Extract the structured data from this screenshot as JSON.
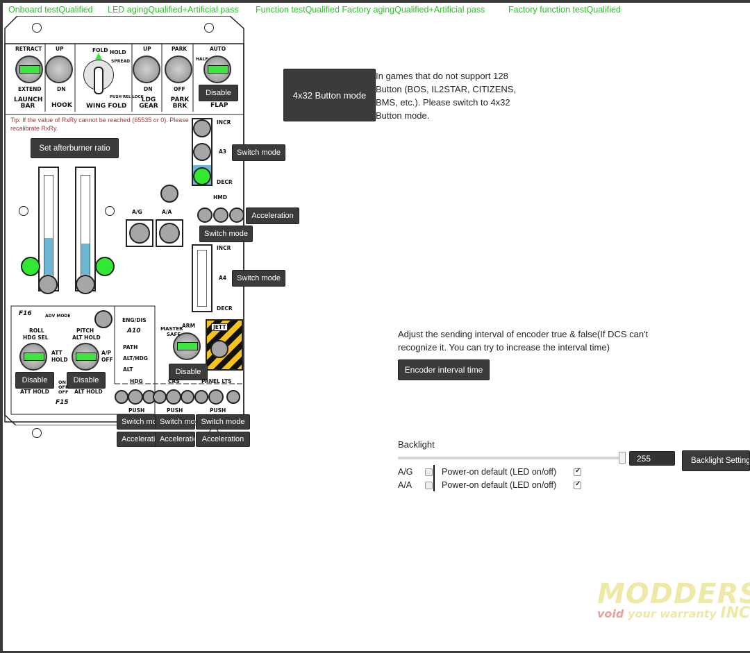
{
  "status_bar": {
    "items": [
      "Onboard testQualified",
      "LED agingQualified+Artificial pass",
      "Function testQualified Factory agingQualified+Artificial pass",
      "Factory function testQualified"
    ]
  },
  "panel": {
    "top_labels": {
      "retract": "RETRACT",
      "extend": "EXTEND",
      "launch_bar": "LAUNCH BAR",
      "up1": "UP",
      "dn1": "DN",
      "hook": "HOOK",
      "fold": "FOLD",
      "hold": "HOLD",
      "spread": "SPREAD",
      "push_rel_lock": "PUSH REL LOCK",
      "wing_fold": "WING FOLD",
      "up2": "UP",
      "dn2": "DN",
      "ldg_gear": "LDG GEAR",
      "park": "PARK",
      "off": "OFF",
      "park_brk": "PARK BRK",
      "auto": "AUTO",
      "half": "HALF",
      "flap": "FLAP"
    },
    "tip": "Tip: If the value of RxRy cannot be reached (65535 or 0). Please recalibrate RxRy.",
    "mid_labels": {
      "incr1": "INCR",
      "a3": "A3",
      "decr1": "DECR",
      "ag": "A/G",
      "aa": "A/A",
      "hmd": "HMD",
      "incr2": "INCR",
      "a4": "A4",
      "decr2": "DECR"
    },
    "lower_labels": {
      "f16": "F16",
      "adv_mode": "ADV MODE",
      "roll": "ROLL",
      "hdg_sel": "HDG SEL",
      "pitch": "PITCH",
      "alt_hold": "ALT HOLD",
      "att_hold": "ATT HOLD",
      "ap_off": "A/P OFF",
      "eng_dis": "ENG/DIS",
      "a10": "A10",
      "path": "PATH",
      "alt_hdg": "ALT/HDG",
      "alt": "ALT",
      "master": "MASTER",
      "safe": "SAFE",
      "arm": "ARM",
      "jett": "JETT",
      "on_off_off": "ON OFF OFF",
      "att_hold2": "ATT HOLD",
      "alt_hold2": "ALT HOLD",
      "f15": "F15",
      "hdg": "HDG",
      "crs": "CRS",
      "panel_lts": "PANEL LTS",
      "push1": "PUSH",
      "push2": "PUSH",
      "push3": "PUSH"
    },
    "fill_levels": {
      "left_slider": 0.35,
      "right_slider": 0.3,
      "a3_fill": 0.3
    }
  },
  "buttons": {
    "disable_flap": "Disable",
    "afterburner": "Set afterburner ratio",
    "switch_a3": "Switch mode",
    "acceleration_hmd": "Acceleration",
    "switch_hmd": "Switch mode",
    "switch_a4": "Switch mode",
    "disable_roll": "Disable",
    "disable_pitch": "Disable",
    "disable_arm": "Disable",
    "switch_hdg": "Switch mode",
    "switch_crs": "Switch mode",
    "switch_lts": "Switch mode",
    "accel_hdg": "Acceleration",
    "accel_crs": "Acceleration",
    "accel_lts": "Acceleration",
    "mode_4x32": "4x32 Button mode",
    "encoder": "Encoder interval time",
    "backlight_setting": "Backlight Setting"
  },
  "info": {
    "mode_text": "In games that do not support 128 Button (BOS, IL2STAR, CITIZENS, BMS, etc.). Please switch to 4x32 Button mode.",
    "encoder_text": "Adjust the sending interval of encoder true & false(If DCS can't recognize it. You can try to increase the interval time)"
  },
  "backlight": {
    "label": "Backlight",
    "value": "255",
    "slider_level": 1.0,
    "rows": [
      {
        "name": "A/G",
        "left_checked": false,
        "right_label": "Power-on default (LED on/off)",
        "right_checked": true
      },
      {
        "name": "A/A",
        "left_checked": false,
        "right_label": "Power-on default (LED on/off)",
        "right_checked": true
      }
    ]
  },
  "watermark": {
    "line1": "MODDERS",
    "line2a": "void",
    "line2b": "your warranty",
    "line2c": "INC."
  },
  "colors": {
    "accent_green": "#22c91e",
    "button_bg": "#3b3b3b",
    "tip_red": "#b03030",
    "led_green": "#33e833",
    "fill_blue": "#6ab8d6"
  }
}
